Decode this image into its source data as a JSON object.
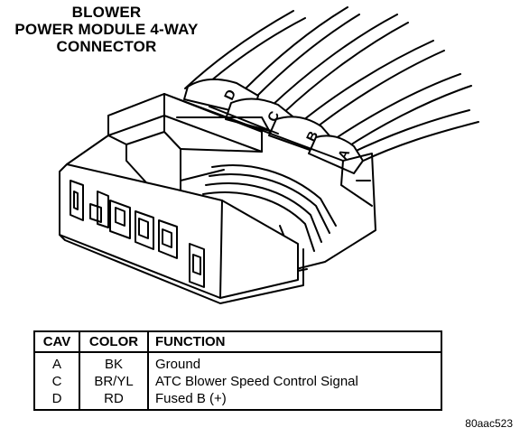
{
  "title": {
    "line1": "BLOWER",
    "line2": "POWER MODULE 4-WAY",
    "line3": "CONNECTOR"
  },
  "connector": {
    "terminal_labels": [
      "D",
      "C",
      "B",
      "A"
    ]
  },
  "table": {
    "headers": {
      "cav": "CAV",
      "color": "COLOR",
      "function": "FUNCTION"
    },
    "rows": [
      {
        "cav": "A",
        "color": "BK",
        "function": "Ground"
      },
      {
        "cav": "C",
        "color": "BR/YL",
        "function": "ATC Blower Speed Control Signal"
      },
      {
        "cav": "D",
        "color": "RD",
        "function": "Fused B (+)"
      }
    ]
  },
  "figure_id": "80aac523"
}
